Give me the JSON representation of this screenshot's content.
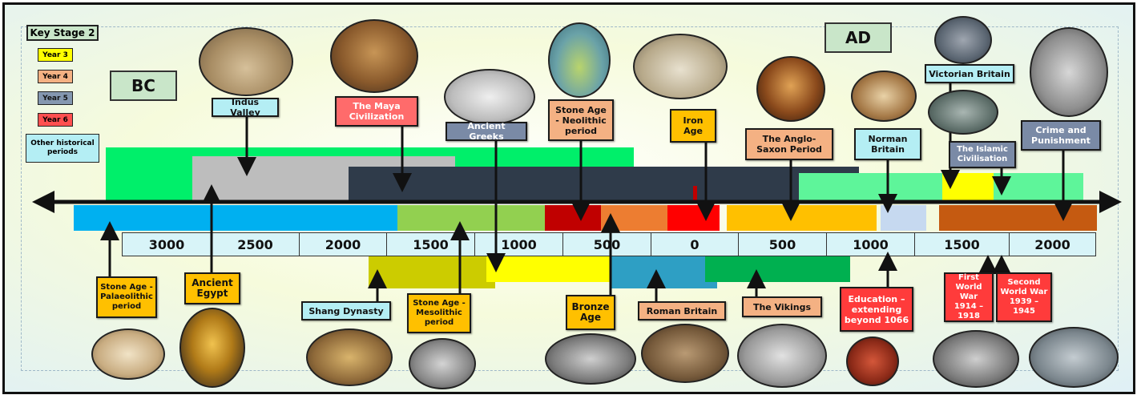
{
  "key": {
    "title": "Key Stage 2",
    "year3": "Year 3",
    "year4": "Year 4",
    "year5": "Year 5",
    "year6": "Year 6",
    "other": "Other historical periods"
  },
  "era": {
    "bc": "BC",
    "ad": "AD"
  },
  "colors": {
    "year3": "#ffff00",
    "year4": "#f4b183",
    "year5": "#8497b0",
    "year6": "#ff5050",
    "other": "#b4eef4"
  },
  "axis_ticks": [
    "3000",
    "2500",
    "2000",
    "1500",
    "1000",
    "500",
    "0",
    "500",
    "1000",
    "1500",
    "2000"
  ],
  "periods": {
    "indus_valley": "Indus Valley",
    "maya": "The Maya Civilization",
    "ancient_greeks": "Ancient Greeks",
    "neolithic": "Stone Age - Neolithic period",
    "iron_age": "Iron Age",
    "anglo_saxon": "The Anglo-Saxon Period",
    "norman": "Norman Britain",
    "victorian": "Victorian Britain",
    "islamic": "The Islamic Civilisation",
    "crime": "Crime and Punishment",
    "palaeolithic": "Stone Age - Palaeolithic period",
    "ancient_egypt": "Ancient Egypt",
    "shang": "Shang Dynasty",
    "mesolithic": "Stone Age - Mesolithic period",
    "bronze_age": "Bronze Age",
    "roman_britain": "Roman Britain",
    "vikings": "The Vikings",
    "education": "Education – extending beyond 1066",
    "ww1": "First World War 1914 – 1918",
    "ww2": "Second World War 1939 – 1945"
  }
}
